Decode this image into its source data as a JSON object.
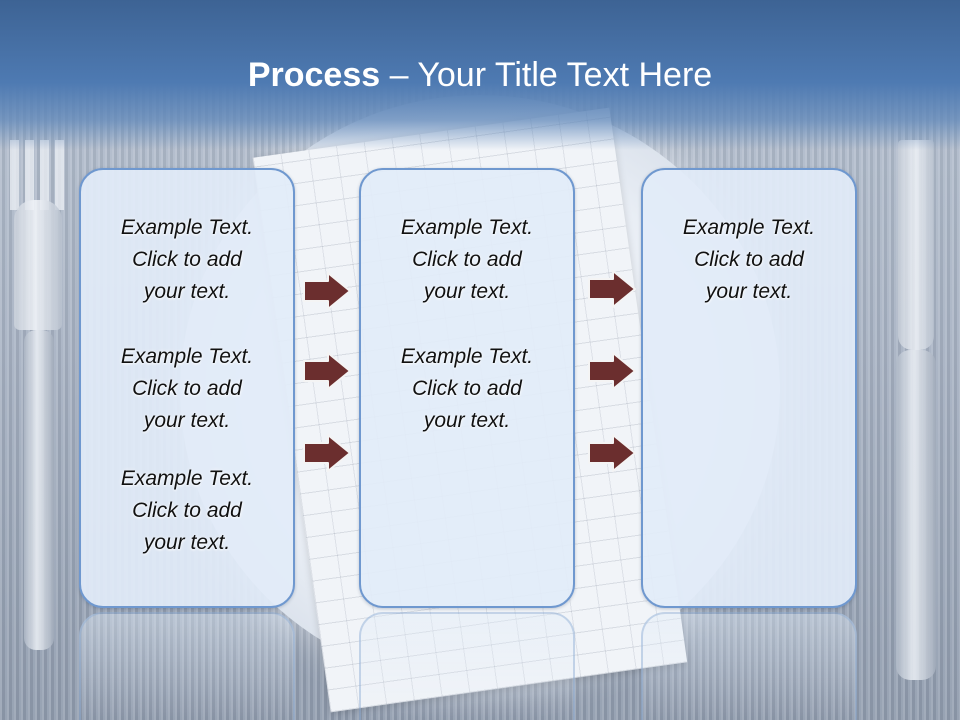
{
  "slide": {
    "title_bold": "Process",
    "title_rest": " – Your Title Text Here"
  },
  "columns": [
    {
      "items": [
        {
          "lines": [
            "Example Text.",
            "Click  to add",
            "your text."
          ]
        },
        {
          "lines": [
            "Example Text.",
            "Click  to add",
            "your text."
          ]
        },
        {
          "lines": [
            "Example Text.",
            "Click  to add",
            "your text."
          ]
        }
      ]
    },
    {
      "items": [
        {
          "lines": [
            "Example Text.",
            "Click  to add",
            "your text."
          ]
        },
        {
          "lines": [
            "Example Text.",
            "Click  to add",
            "your text."
          ]
        }
      ]
    },
    {
      "items": [
        {
          "lines": [
            "Example Text.",
            "Click  to add",
            "your text."
          ]
        }
      ]
    }
  ],
  "colors": {
    "banner": "#4e7ab2",
    "box_border": "#6f98cf",
    "box_fill": "#e2ecf8",
    "arrow_fill": "#6b2e2e",
    "arrow_outline": "#f4f4f4"
  },
  "icons": [
    "right-arrow-icon",
    "fork-icon",
    "knife-icon",
    "plate-icon"
  ]
}
